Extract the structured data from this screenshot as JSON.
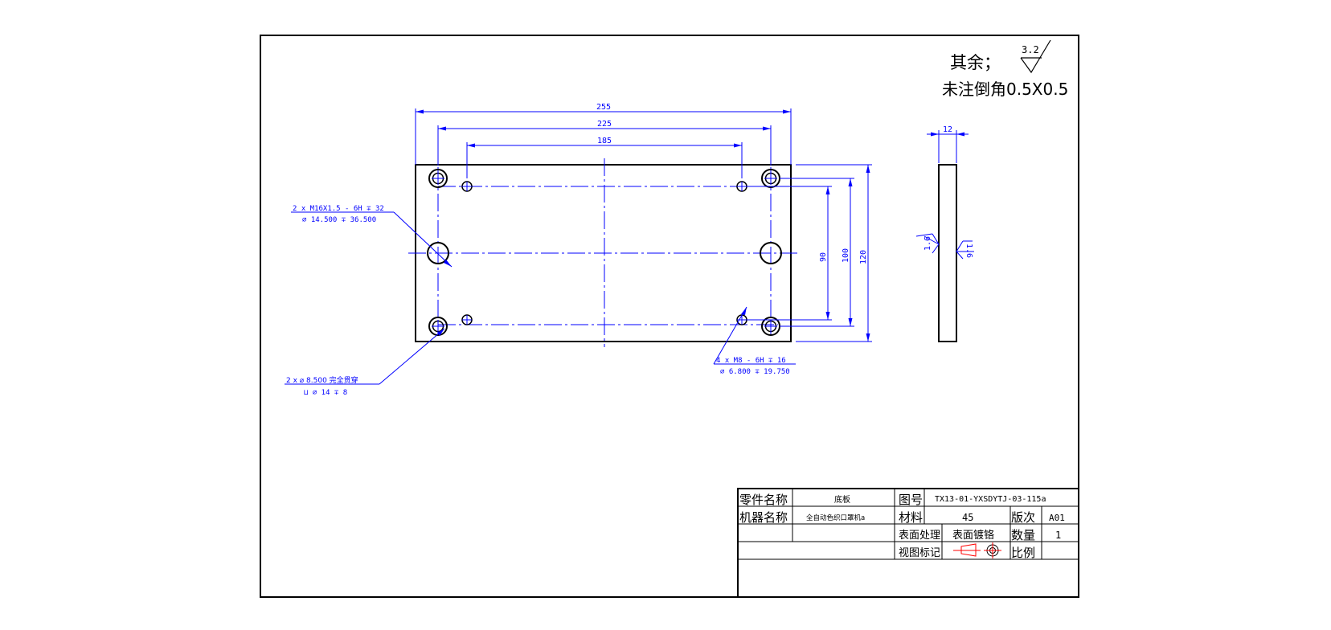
{
  "notes": {
    "roughness_prefix": "其余；",
    "roughness_value": "3.2",
    "chamfer_note": "未注倒角0.5X0.5"
  },
  "dimensions": {
    "top_width_255": "255",
    "top_width_225": "225",
    "top_width_185": "185",
    "right_height_90": "90",
    "right_height_100": "100",
    "right_height_120": "120",
    "side_thickness_12": "12",
    "side_roughness_left": "1.6",
    "side_roughness_right": "1.6"
  },
  "callouts": {
    "tapped_hole_line1": "2 x  M16X1.5 - 6H  ∓ 32",
    "tapped_hole_line2": "⌀ 14.500  ∓ 36.500",
    "through_hole_line1": "2 x  ⌀ 8.500 完全贯穿",
    "through_hole_line2": "⊔ ⌀ 14  ∓ 8",
    "small_tapped_line1": "4 x  M8 - 6H  ∓ 16",
    "small_tapped_line2": "⌀ 6.800  ∓ 19.750"
  },
  "title_block": {
    "part_name_label": "零件名称",
    "part_name_value": "底板",
    "drawing_no_label": "图号",
    "drawing_no_value": "TX13-01-YXSDYTJ-03-115a",
    "machine_name_label": "机器名称",
    "machine_name_value": "全自动色织口罩机a",
    "material_label": "材料",
    "material_value": "45",
    "revision_label": "版次",
    "revision_value": "A01",
    "surface_treatment_label": "表面处理",
    "surface_treatment_value": "表面镀铬",
    "quantity_label": "数量",
    "quantity_value": "1",
    "view_mark_label": "视图标记",
    "scale_label": "比例",
    "scale_value": ""
  }
}
